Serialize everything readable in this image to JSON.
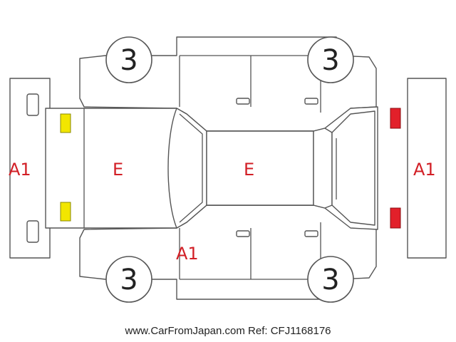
{
  "tires": {
    "front_left": "3",
    "front_right": "3",
    "rear_left": "3",
    "rear_right": "3"
  },
  "damage_codes": {
    "front_bumper": "A1",
    "hood": "E",
    "roof": "E",
    "left_side": "A1",
    "rear_bumper": "A1"
  },
  "footer": {
    "site": "www.CarFromJapan.com",
    "ref": "Ref: CFJ1168176"
  },
  "colors": {
    "code_text": "#d21f26",
    "headlight_marker": "#f2e600",
    "taillight_marker": "#e2202a",
    "outline": "#555555"
  }
}
